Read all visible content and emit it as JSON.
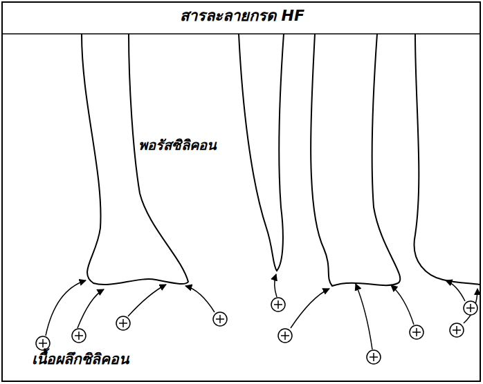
{
  "diagram": {
    "labels": [
      "สารละลายกรด HF",
      "พอรัสซิลิคอน",
      "เนื้อผลึกซิลิคอน"
    ]
  }
}
